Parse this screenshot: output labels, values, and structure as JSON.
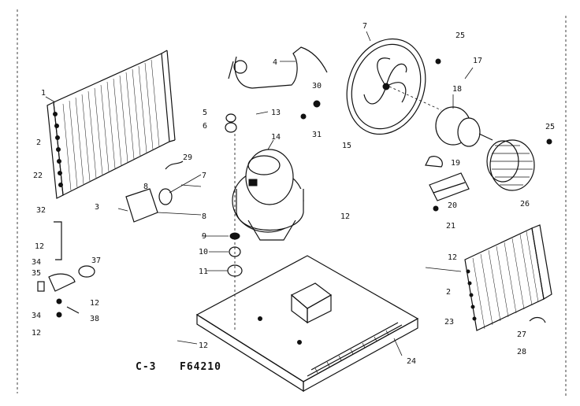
{
  "caption": {
    "figure": "C-3",
    "code": "F64210"
  },
  "part_numbers": {
    "p1": "1",
    "p2a": "2",
    "p2b": "2",
    "p3": "3",
    "p4": "4",
    "p5": "5",
    "p6": "6",
    "p7a": "7",
    "p7b": "7",
    "p8a": "8",
    "p8b": "8",
    "p9": "9",
    "p10": "10",
    "p11": "11",
    "p12a": "12",
    "p12b": "12",
    "p12c": "12",
    "p12d": "12",
    "p12e": "12",
    "p12f": "12",
    "p13": "13",
    "p14": "14",
    "p15": "15",
    "p17": "17",
    "p18": "18",
    "p19": "19",
    "p20": "20",
    "p21": "21",
    "p22": "22",
    "p23": "23",
    "p24": "24",
    "p25a": "25",
    "p25b": "25",
    "p26": "26",
    "p27": "27",
    "p28": "28",
    "p29": "29",
    "p30": "30",
    "p31": "31",
    "p32": "32",
    "p34a": "34",
    "p34b": "34",
    "p35": "35",
    "p37": "37",
    "p38": "38"
  }
}
